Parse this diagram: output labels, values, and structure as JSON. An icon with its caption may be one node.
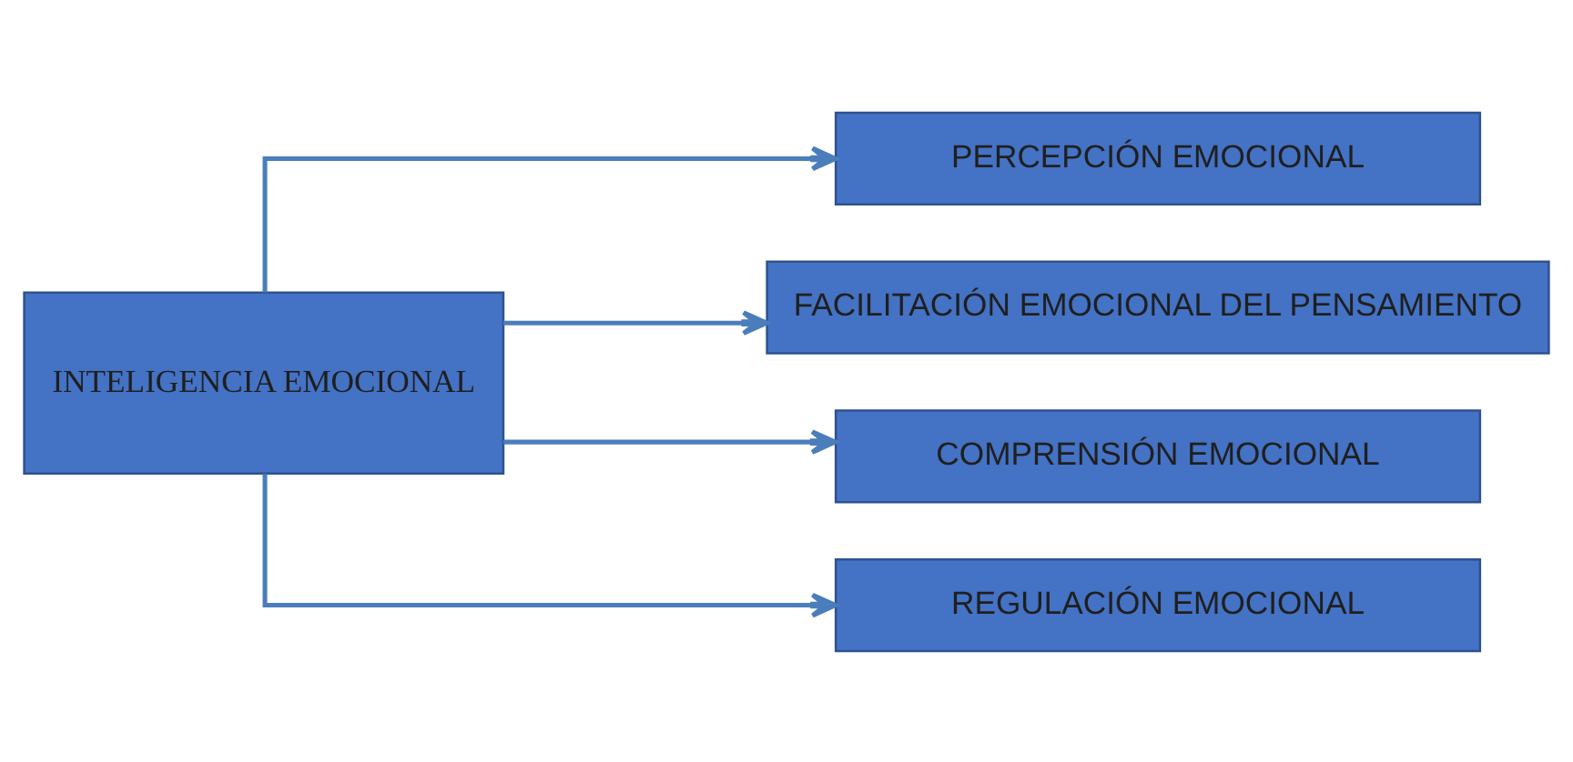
{
  "diagram": {
    "nodes": [
      {
        "text": [
          "INTELIGENCIA EMOCIONAL"
        ]
      },
      {
        "text": [
          "PERCEPCIÓN EMOCIONAL"
        ]
      },
      {
        "text": [
          "FACILITACIÓN EMOCIONAL DEL PENSAMIENTO"
        ]
      },
      {
        "text": [
          "COMPRENSIÓN EMOCIONAL"
        ]
      },
      {
        "text": [
          "REGULACIÓN EMOCIONAL"
        ]
      }
    ],
    "edges": [
      {
        "from": 0,
        "to": 1,
        "arrow": "to"
      },
      {
        "from": 0,
        "to": 2,
        "arrow": "to"
      },
      {
        "from": 0,
        "to": 3,
        "arrow": "to"
      },
      {
        "from": 0,
        "to": 4,
        "arrow": "to"
      }
    ]
  }
}
